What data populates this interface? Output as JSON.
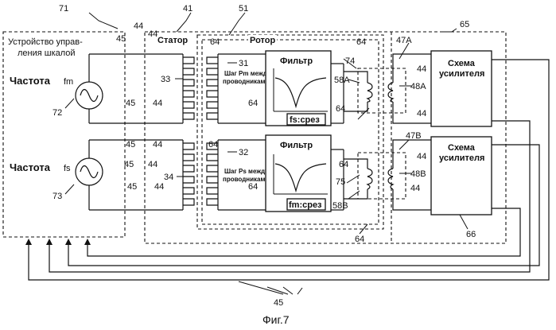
{
  "labels": {
    "ref_71": "71",
    "ref_41": "41",
    "ref_51": "51",
    "ref_65": "65",
    "ref_66": "66",
    "ref_72": "72",
    "ref_73": "73",
    "ref_74": "74",
    "ref_75": "75",
    "ref_31": "31",
    "ref_32": "32",
    "ref_33": "33",
    "ref_34": "34",
    "ref_47a": "47A",
    "ref_47b": "47B",
    "ref_48a": "48A",
    "ref_48b": "48B",
    "ref_58a": "58A",
    "ref_58b": "58B",
    "ref_44": "44",
    "ref_45": "45",
    "ref_64": "64",
    "controller_line1": "Устройство управ-",
    "controller_line2": "ления шкалой",
    "stator": "Статор",
    "rotor": "Ротор",
    "freq_m": "Частота",
    "freq_m_sub": "fm",
    "freq_s": "Частота",
    "freq_s_sub": "fs",
    "filter_a": "Фильтр",
    "filter_b": "Фильтр",
    "cutoff_a": "fs:срез",
    "cutoff_b": "fm:срез",
    "pitch_m_1": "Шаг Pm между",
    "pitch_m_2": "проводниками",
    "pitch_s_1": "Шаг Ps между",
    "pitch_s_2": "проводниками",
    "amp_a_1": "Схема",
    "amp_a_2": "усилителя",
    "amp_b_1": "Схема",
    "amp_b_2": "усилителя",
    "figure_caption": "Фиг.7"
  }
}
